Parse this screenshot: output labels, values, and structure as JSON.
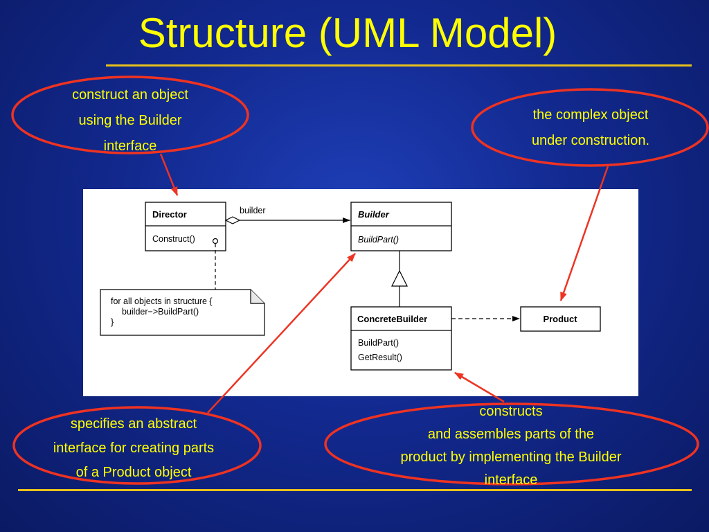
{
  "slide": {
    "title": "Structure (UML Model)"
  },
  "callouts": {
    "director": [
      "construct an object",
      "using the Builder",
      "interface"
    ],
    "product": [
      "the complex object",
      "under construction."
    ],
    "builder": [
      "specifies an abstract",
      "interface for creating parts",
      "of a Product object"
    ],
    "concrete_builder": [
      "constructs",
      "and assembles parts of the",
      "product by implementing the Builder",
      "interface"
    ]
  },
  "uml": {
    "director": {
      "name": "Director",
      "operation": "Construct()"
    },
    "builder": {
      "name": "Builder",
      "operation": "BuildPart()"
    },
    "concrete_builder": {
      "name": "ConcreteBuilder",
      "operations": [
        "BuildPart()",
        "GetResult()"
      ]
    },
    "product": {
      "name": "Product"
    },
    "association_label": "builder",
    "note": [
      "for all objects in structure {",
      "builder−>BuildPart()",
      "}"
    ]
  },
  "colors": {
    "title": "#ffff00",
    "callout_text": "#ffff00",
    "callout_ellipse": "#ee3322",
    "rule": "#e8c21a"
  }
}
